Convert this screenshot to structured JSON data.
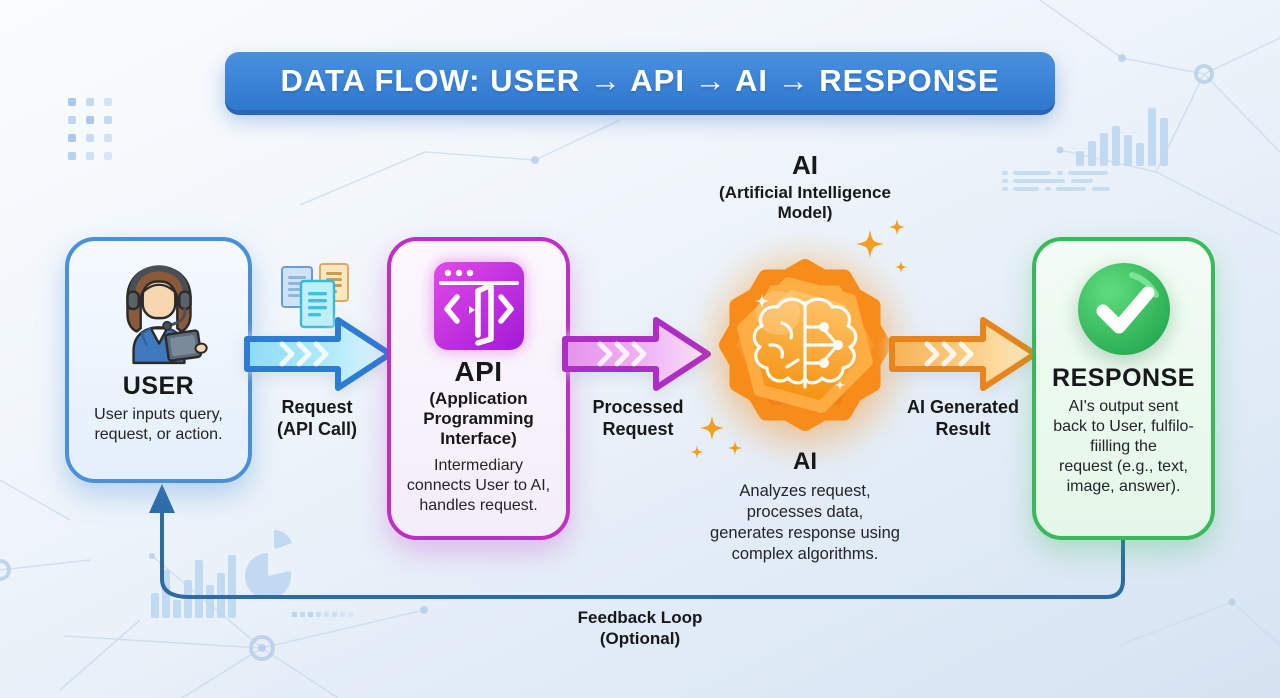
{
  "title_banner": {
    "text": "DATA FLOW: USER → API → AI → RESPONSE",
    "background_color": "#3a82d8",
    "text_color": "#ffffff"
  },
  "nodes": {
    "user": {
      "title": "USER",
      "description": "User inputs query,\nrequest, or action.",
      "accent_color": "#4a90d9",
      "icon": "user-headset-icon"
    },
    "api": {
      "title": "API",
      "subtitle": "(Application\nProgramming\nInterface)",
      "description": "Intermediary\nconnects User to AI,\nhandles request.",
      "accent_color": "#bf2ec6",
      "icon": "code-window-icon"
    },
    "ai": {
      "top_title": "AI",
      "top_subtitle": "(Artificial Intelligence\nModel)",
      "bottom_title": "AI",
      "bottom_description": "Analyzes request,\nprocesses data,\ngenerates response using\ncomplex algorithms.",
      "accent_color": "#f5921a",
      "icon": "brain-icon",
      "decoration": "sparkle-icon"
    },
    "response": {
      "title": "RESPONSE",
      "description": "AI's output sent\nback to User, fulfilo-\nfiilling the\nrequest (e.g., text,\nimage, answer).",
      "accent_color": "#38b95a",
      "icon": "check-icon"
    }
  },
  "arrows": {
    "request": {
      "label": "Request\n(API Call)",
      "color": "#2f7fd0",
      "icon": "documents-icon"
    },
    "processed": {
      "label": "Processed\nRequest",
      "color": "#ad2ec4"
    },
    "result": {
      "label": "AI Generated\nResult",
      "color": "#e8841c"
    }
  },
  "feedback": {
    "label": "Feedback Loop\n(Optional)",
    "color": "#2d6ba3"
  },
  "background_decorations": {
    "icons": [
      "dots-grid-icon",
      "bar-chart-icon",
      "list-lines-icon",
      "pie-chart-icon",
      "network-graph-icon"
    ],
    "tint_color": "#bcd7f0"
  }
}
